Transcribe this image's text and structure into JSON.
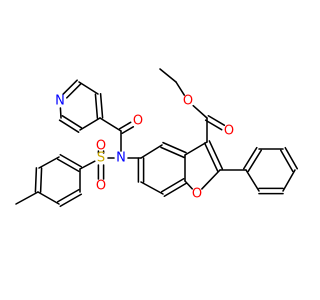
{
  "molecule": {
    "colors": {
      "bond": "#000000",
      "carbon": "#000000",
      "nitrogen": "#0000ff",
      "oxygen": "#ff0000",
      "sulfur": "#c8a800"
    },
    "atom_labels": {
      "pyridine_n": "N",
      "amide_n": "N",
      "amide_o": "O",
      "sulfonyl_s": "S",
      "sulfonyl_o1": "O",
      "sulfonyl_o2": "O",
      "ester_carbonyl_o": "O",
      "ester_o": "O",
      "furan_o": "O"
    }
  }
}
